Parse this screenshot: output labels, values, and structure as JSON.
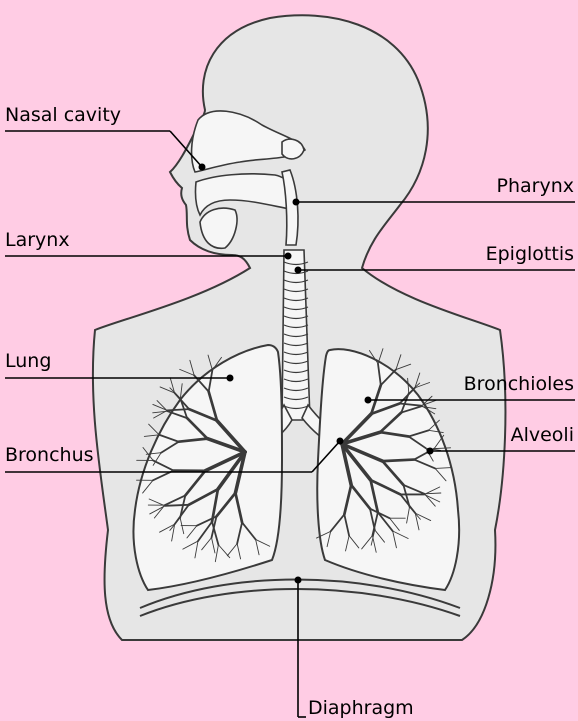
{
  "colors": {
    "background": "#ffcce4",
    "body_fill": "#e6e6e6",
    "outline": "#3a3a3a",
    "organ_fill": "#f6f6f6",
    "leader_line": "#000000"
  },
  "labels": {
    "nasal_cavity": "Nasal cavity",
    "pharynx": "Pharynx",
    "epiglottis": "Epiglottis",
    "larynx": "Larynx",
    "lung": "Lung",
    "bronchioles": "Bronchioles",
    "alveoli": "Alveoli",
    "bronchus": "Bronchus",
    "diaphragm": "Diaphragm"
  }
}
